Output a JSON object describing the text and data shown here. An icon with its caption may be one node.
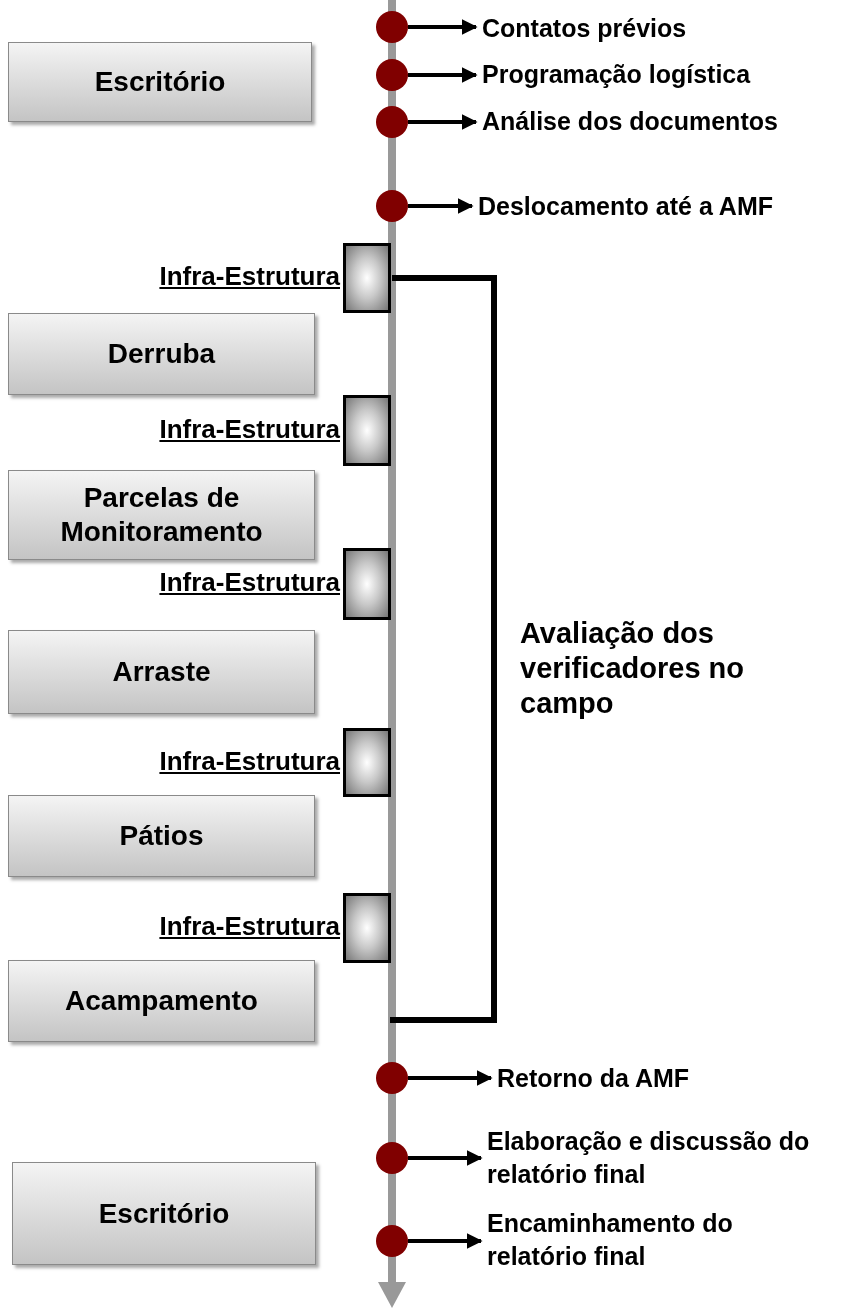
{
  "diagram": {
    "nodes": [
      {
        "text": [
          "Escritório"
        ]
      },
      {
        "text": [],
        "shape": "circle"
      },
      {
        "text": [
          "Contatos prévios"
        ]
      },
      {
        "text": [],
        "shape": "circle"
      },
      {
        "text": [
          "Programação logística"
        ]
      },
      {
        "text": [],
        "shape": "circle"
      },
      {
        "text": [
          "Análise dos documentos"
        ]
      },
      {
        "text": [],
        "shape": "circle"
      },
      {
        "text": [
          "Deslocamento até a AMF"
        ]
      },
      {
        "text": [],
        "shape": "box",
        "beside": [
          "Infra-Estrutura"
        ]
      },
      {
        "text": [
          "Derruba"
        ]
      },
      {
        "text": [],
        "shape": "box",
        "beside": [
          "Infra-Estrutura"
        ]
      },
      {
        "text": [
          "Parcelas de Monitoramento"
        ]
      },
      {
        "text": [],
        "shape": "box",
        "beside": [
          "Infra-Estrutura"
        ]
      },
      {
        "text": [
          "Arraste"
        ]
      },
      {
        "text": [],
        "shape": "box",
        "beside": [
          "Infra-Estrutura"
        ]
      },
      {
        "text": [
          "Pátios"
        ]
      },
      {
        "text": [],
        "shape": "box",
        "beside": [
          "Infra-Estrutura"
        ]
      },
      {
        "text": [
          "Acampamento"
        ]
      },
      {
        "text": [],
        "shape": "circle"
      },
      {
        "text": [
          "Retorno da AMF"
        ]
      },
      {
        "text": [],
        "shape": "circle"
      },
      {
        "text": [
          "Elaboração e discussão do relatório final"
        ]
      },
      {
        "text": [
          "Escritório"
        ]
      },
      {
        "text": [],
        "shape": "circle"
      },
      {
        "text": [
          "Encaminhamento do relatório final"
        ]
      }
    ],
    "edges": [
      {
        "from": 1,
        "to": 2,
        "arrow": "to"
      },
      {
        "from": 3,
        "to": 4,
        "arrow": "to"
      },
      {
        "from": 5,
        "to": 6,
        "arrow": "to"
      },
      {
        "from": 7,
        "to": 8,
        "arrow": "to"
      },
      {
        "from": 19,
        "to": 20,
        "arrow": "to"
      },
      {
        "from": 21,
        "to": 22,
        "arrow": "to"
      },
      {
        "from": 24,
        "to": 25,
        "arrow": "to"
      }
    ],
    "labels": [
      "Avaliação dos verificadores no campo"
    ]
  }
}
